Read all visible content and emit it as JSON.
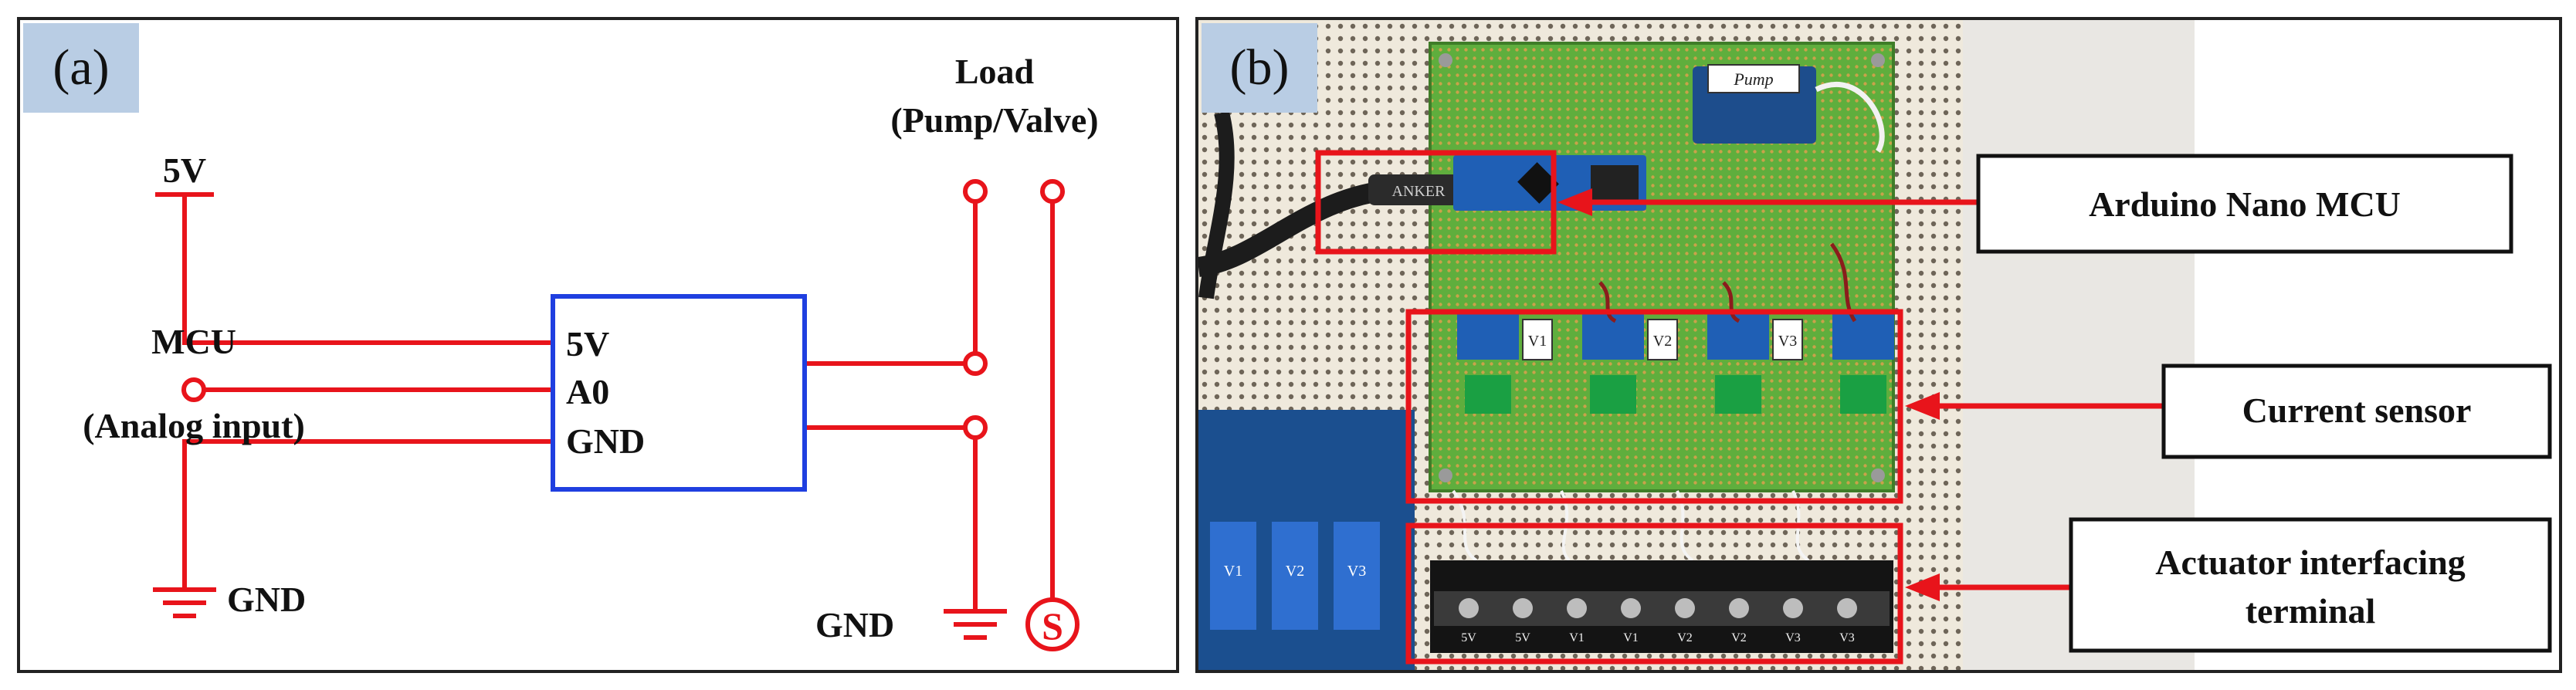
{
  "panel_a": {
    "tag": "(a)",
    "labels": {
      "load_line1": "Load",
      "load_line2": "(Pump/Valve)",
      "supply_5v": "5V",
      "mcu_line1": "MCU",
      "mcu_line2": "(Analog input)",
      "gnd_left": "GND",
      "gnd_right": "GND",
      "source_symbol": "S"
    },
    "module_pins": [
      "5V",
      "A0",
      "GND"
    ],
    "colors": {
      "wire": "#e8141b",
      "module_border": "#1f3fe0",
      "text": "#111111"
    }
  },
  "panel_b": {
    "tag": "(b)",
    "callouts": [
      {
        "lines": [
          "Arduino Nano MCU"
        ]
      },
      {
        "lines": [
          "Current sensor"
        ]
      },
      {
        "lines": [
          "Actuator interfacing",
          "terminal"
        ]
      }
    ],
    "photo_labels": {
      "pump_tag": "Pump",
      "sensor_tags": [
        "V1",
        "V2",
        "V3"
      ],
      "cable_text": "ANKER",
      "relay_tags": [
        "V1",
        "V2",
        "V3"
      ],
      "terminal_marks": [
        "5V",
        "5V",
        "V1",
        "V1",
        "V2",
        "V2",
        "V3",
        "V3"
      ]
    },
    "colors": {
      "highlight": "#e8141b",
      "board": "#5fae3d",
      "background": "#ebe6dc"
    }
  }
}
